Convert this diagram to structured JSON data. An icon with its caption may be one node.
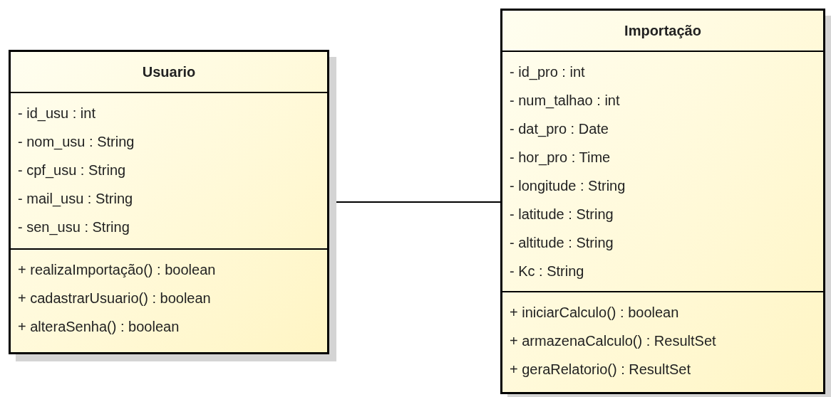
{
  "diagram": {
    "nodes": [
      {
        "text": [
          "Usuario"
        ]
      },
      {
        "text": [
          "- id_usu : int",
          "- nom_usu : String",
          "- cpf_usu : String",
          "- mail_usu : String",
          "- sen_usu : String"
        ],
        "in": 0
      },
      {
        "text": [
          "+ realizaImportação() : boolean",
          "+ cadastrarUsuario() : boolean",
          "+ alteraSenha() : boolean"
        ],
        "in": 0
      },
      {
        "text": [
          "Importação"
        ]
      },
      {
        "text": [
          "- id_pro : int",
          "- num_talhao : int",
          "- dat_pro : Date",
          "- hor_pro : Time",
          "- longitude : String",
          "- latitude : String",
          "- altitude : String",
          "- Kc : String"
        ],
        "in": 3
      },
      {
        "text": [
          "+ iniciarCalculo() : boolean",
          "+ armazenaCalculo() : ResultSet",
          "+ geraRelatorio() : ResultSet"
        ],
        "in": 3
      }
    ],
    "edges": [
      {
        "from": 0,
        "to": 3,
        "arrow": "none"
      }
    ]
  }
}
